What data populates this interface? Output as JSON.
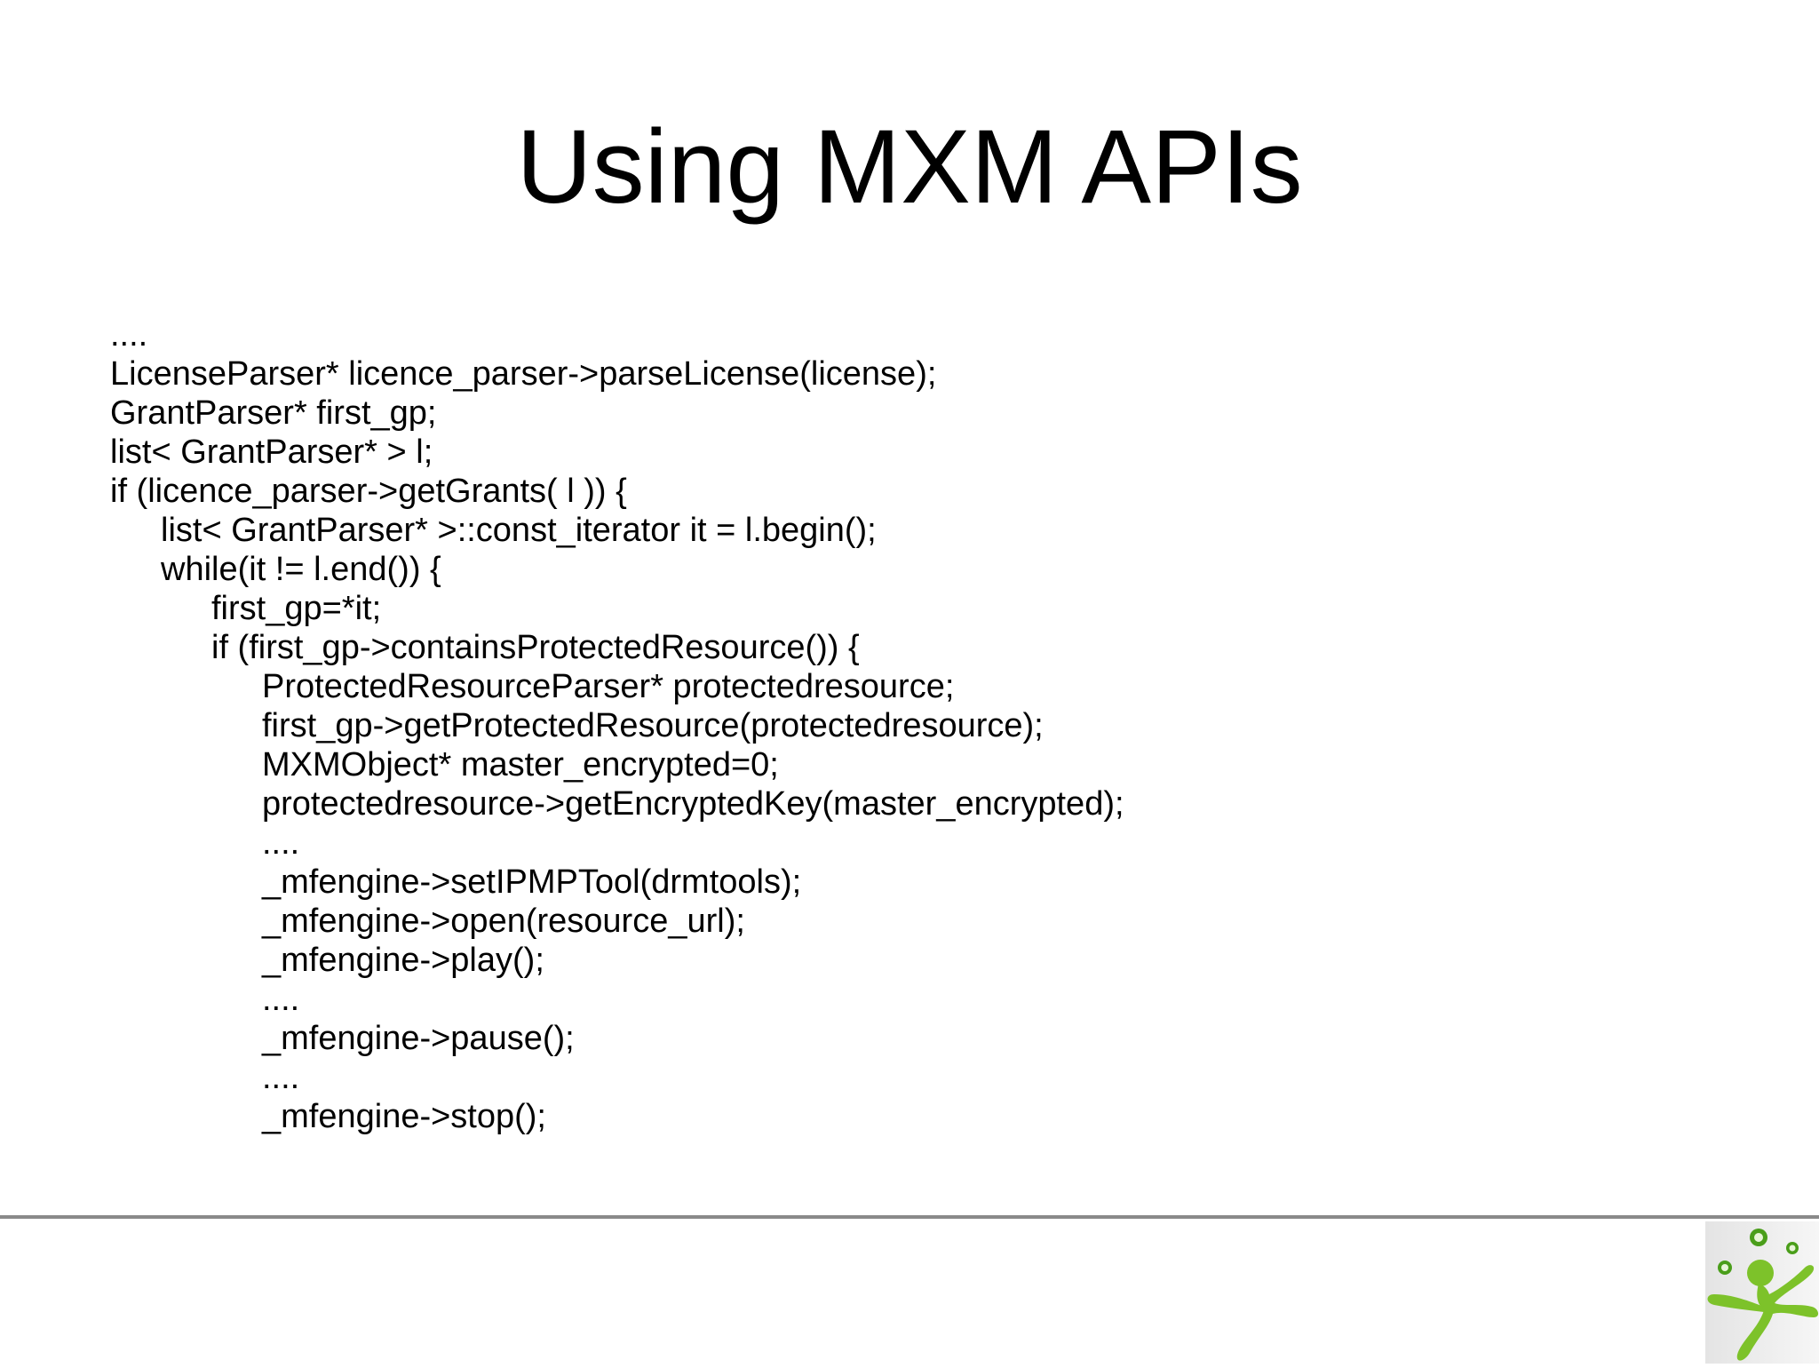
{
  "slide": {
    "title": "Using MXM APIs",
    "code_lines": [
      {
        "indent": 0,
        "text": "...."
      },
      {
        "indent": 0,
        "text": "LicenseParser* licence_parser->parseLicense(license);"
      },
      {
        "indent": 0,
        "text": "GrantParser* first_gp;"
      },
      {
        "indent": 0,
        "text": "list< GrantParser* > l;"
      },
      {
        "indent": 0,
        "text": "if (licence_parser->getGrants( l )) {"
      },
      {
        "indent": 1,
        "text": "list< GrantParser* >::const_iterator it = l.begin();"
      },
      {
        "indent": 1,
        "text": "while(it != l.end()) {"
      },
      {
        "indent": 2,
        "text": "first_gp=*it;"
      },
      {
        "indent": 2,
        "text": "if (first_gp->containsProtectedResource()) {"
      },
      {
        "indent": 3,
        "text": "ProtectedResourceParser* protectedresource;"
      },
      {
        "indent": 3,
        "text": "first_gp->getProtectedResource(protectedresource);"
      },
      {
        "indent": 3,
        "text": "MXMObject* master_encrypted=0;"
      },
      {
        "indent": 3,
        "text": "protectedresource->getEncryptedKey(master_encrypted);"
      },
      {
        "indent": 3,
        "text": "...."
      },
      {
        "indent": 3,
        "text": "_mfengine->setIPMPTool(drmtools);"
      },
      {
        "indent": 3,
        "text": "_mfengine->open(resource_url);"
      },
      {
        "indent": 3,
        "text": "_mfengine->play();"
      },
      {
        "indent": 3,
        "text": "...."
      },
      {
        "indent": 3,
        "text": "_mfengine->pause();"
      },
      {
        "indent": 3,
        "text": "...."
      },
      {
        "indent": 3,
        "text": "_mfengine->stop();"
      }
    ],
    "footer": {
      "rule_color": "#8a8a8a",
      "logo_icon": "green-juggler-figure-logo",
      "logo_color": "#7dc22a"
    }
  }
}
